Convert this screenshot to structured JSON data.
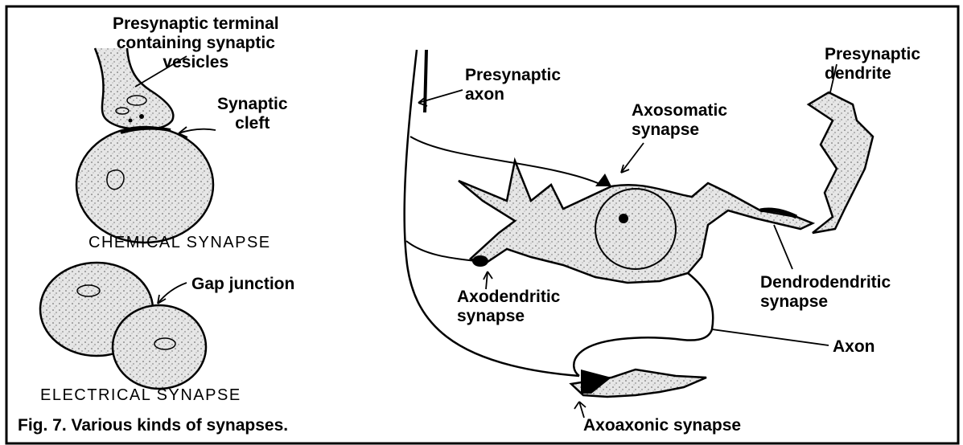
{
  "labels": {
    "presynaptic_terminal_line1": "Presynaptic terminal",
    "presynaptic_terminal_line2": "containing synaptic",
    "presynaptic_terminal_line3": "vesicles",
    "synaptic_cleft_line1": "Synaptic",
    "synaptic_cleft_line2": "cleft",
    "chemical_synapse": "CHEMICAL  SYNAPSE",
    "gap_junction": "Gap junction",
    "electrical_synapse": "ELECTRICAL  SYNAPSE",
    "presynaptic_axon_line1": "Presynaptic",
    "presynaptic_axon_line2": "axon",
    "axosomatic_line1": "Axosomatic",
    "axosomatic_line2": "synapse",
    "presynaptic_dendrite_line1": "Presynaptic",
    "presynaptic_dendrite_line2": "dendrite",
    "axodendritic_line1": "Axodendritic",
    "axodendritic_line2": "synapse",
    "dendrodendritic_line1": "Dendrodendritic",
    "dendrodendritic_line2": "synapse",
    "axon": "Axon",
    "axoaxonic": "Axoaxonic synapse"
  },
  "caption": "Fig. 7.  Various kinds of synapses.",
  "colors": {
    "ink": "#000000",
    "fill": "#dcdcdc",
    "background": "#ffffff"
  }
}
